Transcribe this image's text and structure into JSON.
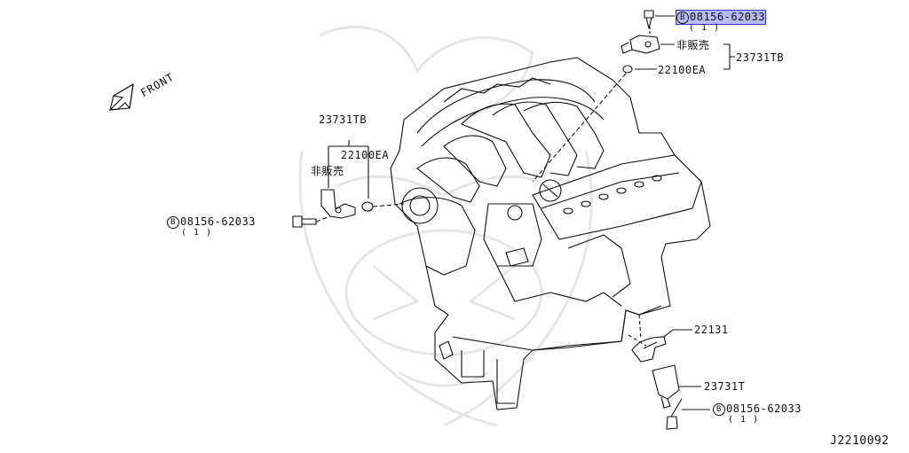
{
  "diagram": {
    "front_label": "FRONT",
    "drawing_id": "J2210092",
    "not_sold_label": "非販売",
    "bolt_symbol": "B",
    "callouts": {
      "top_bolt": {
        "part": "08156-62033",
        "qty": "( 1 )",
        "highlighted": true
      },
      "top_sensor_assy": "23731TB",
      "top_oring": "22100EA",
      "left_sensor_assy": "23731TB",
      "left_oring": "22100EA",
      "left_bolt": {
        "part": "08156-62033",
        "qty": "( 1 )"
      },
      "bottom_plate": "22131",
      "bottom_sensor": "23731T",
      "bottom_bolt": {
        "part": "08156-62033",
        "qty": "( 1 )"
      }
    },
    "colors": {
      "line": "#111111",
      "highlight": "#b9b9f4",
      "highlight_border": "#3a3ad0",
      "watermark": "#e4e4e4"
    }
  }
}
